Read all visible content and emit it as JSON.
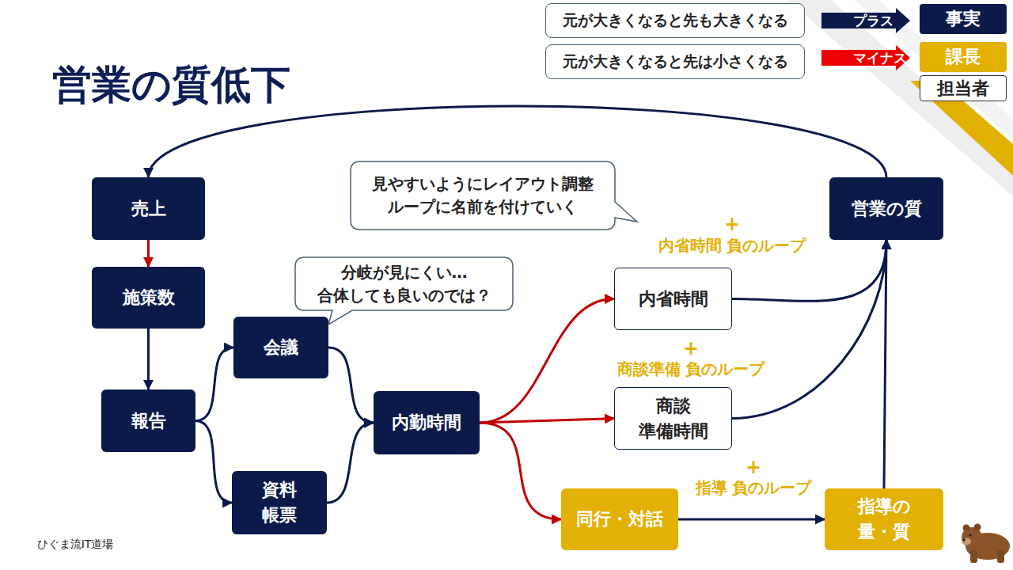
{
  "diagram": {
    "title": "営業の質低下",
    "nodes": [
      {
        "text": [
          "売上"
        ]
      },
      {
        "text": [
          "施策数"
        ]
      },
      {
        "text": [
          "報告"
        ]
      },
      {
        "text": [
          "会議"
        ]
      },
      {
        "text": [
          "資料 帳票"
        ]
      },
      {
        "text": [
          "内勤時間"
        ]
      },
      {
        "text": [
          "内省時間"
        ]
      },
      {
        "text": [
          "商談 準備時間"
        ]
      },
      {
        "text": [
          "同行・対話"
        ]
      },
      {
        "text": [
          "指導の 量・質"
        ]
      },
      {
        "text": [
          "営業の質"
        ]
      },
      {
        "text": [
          "見やすいようにレイアウト調整 ループに名前を付けていく"
        ]
      },
      {
        "text": [
          "分岐が見にくい… 合体しても良いのでは？"
        ]
      }
    ],
    "edges": [
      {
        "from": 0,
        "to": 1,
        "arrow": "to"
      },
      {
        "from": 1,
        "to": 2,
        "arrow": "to"
      },
      {
        "from": 2,
        "to": 3,
        "arrow": "to"
      },
      {
        "from": 2,
        "to": 4,
        "arrow": "to"
      },
      {
        "from": 3,
        "to": 5,
        "arrow": "to"
      },
      {
        "from": 4,
        "to": 5,
        "arrow": "to"
      },
      {
        "from": 5,
        "to": 6,
        "arrow": "to"
      },
      {
        "from": 5,
        "to": 7,
        "arrow": "to"
      },
      {
        "from": 5,
        "to": 8,
        "arrow": "to"
      },
      {
        "from": 8,
        "to": 9,
        "arrow": "to"
      },
      {
        "from": 6,
        "to": 10,
        "arrow": "to"
      },
      {
        "from": 7,
        "to": 10,
        "arrow": "to"
      },
      {
        "from": 9,
        "to": 10,
        "arrow": "to"
      },
      {
        "from": 10,
        "to": 0,
        "arrow": "to"
      }
    ],
    "labels": [
      "元が大きくなると先も大きくなる",
      "元が大きくなると先は小さくなる",
      "+",
      "内省時間 負のループ",
      "+",
      "商談準備 負のループ",
      "+",
      "指導 負のループ",
      "ひぐま流IT道場"
    ],
    "legend": [
      {
        "text": "プラス",
        "color": "#0c1a4a"
      },
      {
        "text": "マイナス",
        "color": "#ee0000"
      },
      {
        "text": "事実",
        "color": "#0c1a4a"
      },
      {
        "text": "課長",
        "color": "#e3b006"
      },
      {
        "text": "担当者",
        "color": "#ffffff"
      }
    ]
  }
}
